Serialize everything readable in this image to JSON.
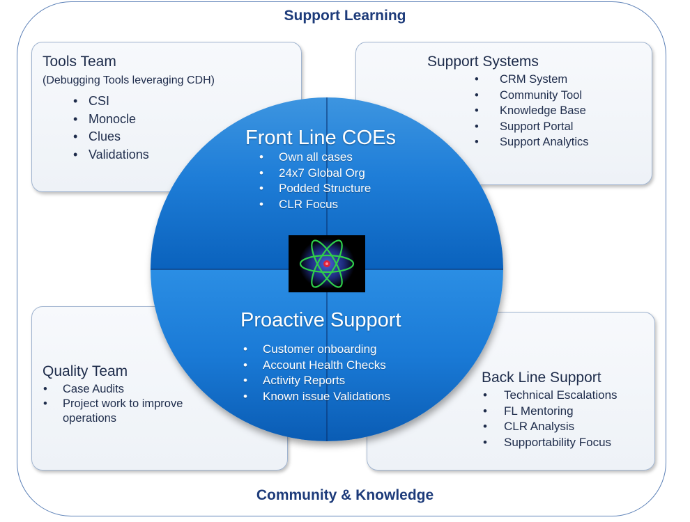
{
  "banners": {
    "top": "Support Learning",
    "bottom": "Community & Knowledge"
  },
  "tools_team": {
    "title": "Tools Team",
    "subtitle": "(Debugging Tools leveraging CDH)",
    "items": [
      "CSI",
      "Monocle",
      "Clues",
      "Validations"
    ]
  },
  "support_systems": {
    "title": "Support Systems",
    "items": [
      "CRM System",
      "Community Tool",
      "Knowledge Base",
      "Support Portal",
      "Support Analytics"
    ]
  },
  "front_line": {
    "title": "Front Line COEs",
    "items": [
      "Own all cases",
      "24x7 Global Org",
      "Podded Structure",
      "CLR Focus"
    ]
  },
  "proactive": {
    "title": "Proactive Support",
    "items": [
      "Customer onboarding",
      "Account Health Checks",
      "Activity Reports",
      "Known issue Validations"
    ]
  },
  "quality_team": {
    "title": "Quality Team",
    "items": [
      "Case Audits",
      "Project work to improve operations"
    ]
  },
  "back_line": {
    "title": "Back Line Support",
    "items": [
      "Technical Escalations",
      "FL Mentoring",
      "CLR Analysis",
      "Supportability Focus"
    ]
  },
  "icons": {
    "center": "atom-icon"
  },
  "colors": {
    "banner_text": "#1d3b7a",
    "circle_blue": "#1f7ed8",
    "box_border": "#9fb3cf"
  }
}
